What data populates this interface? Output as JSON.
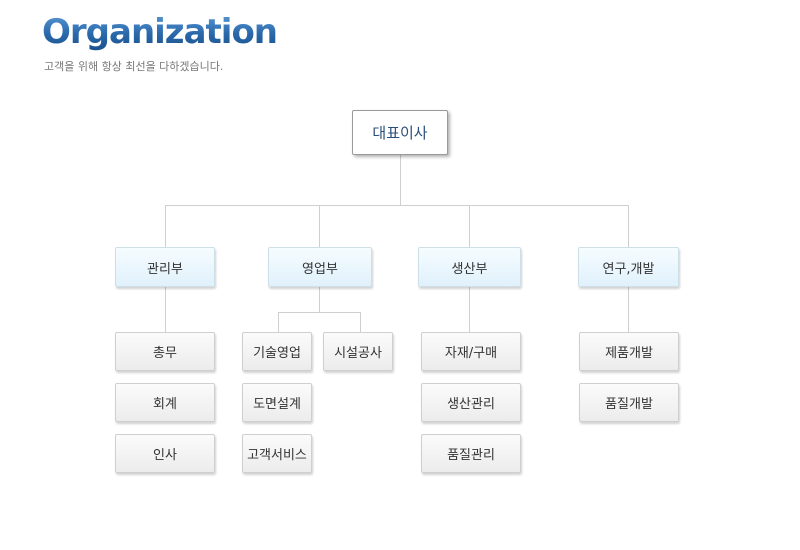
{
  "header": {
    "title": "Organization",
    "subtitle": "고객을 위해 항상 최선을 다하겠습니다."
  },
  "org": {
    "ceo": "대표이사",
    "departments": [
      {
        "name": "관리부",
        "teams": [
          "총무",
          "회계",
          "인사"
        ]
      },
      {
        "name": "영업부",
        "teams": [
          "기술영업",
          "시설공사",
          "도면설계",
          "고객서비스"
        ]
      },
      {
        "name": "생산부",
        "teams": [
          "자재/구매",
          "생산관리",
          "품질관리"
        ]
      },
      {
        "name": "연구,개발",
        "teams": [
          "제품개발",
          "품질개발"
        ]
      }
    ]
  }
}
